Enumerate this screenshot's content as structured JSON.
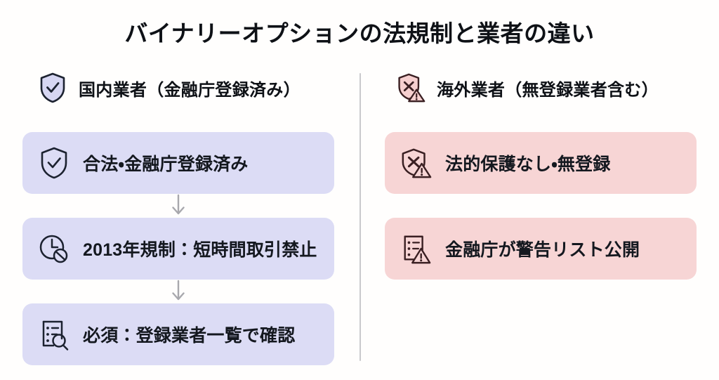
{
  "title": "バイナリーオプションの法規制と業者の違い",
  "colors": {
    "background": "#fffefd",
    "title_text": "#0e1116",
    "domestic_card_bg": "#dcdcf5",
    "overseas_card_bg": "#f7d5d5",
    "domestic_icon_fill": "#d6d6f2",
    "overseas_icon_fill": "#f6cfcf",
    "domestic_icon_stroke": "#1c2230",
    "overseas_icon_stroke": "#3a1f22",
    "divider": "#c9c9cc",
    "arrow": "#a8a8ad"
  },
  "columns": [
    {
      "id": "domestic",
      "header": {
        "icon": "shield-check-icon",
        "label": "国内業者（金融庁登録済み）"
      },
      "cards": [
        {
          "icon": "shield-check-icon",
          "label": "合法・金融庁登録済み"
        },
        {
          "icon": "clock-prohibit-icon",
          "label": "2013年規制：短時間取引禁止"
        },
        {
          "icon": "list-search-icon",
          "label": "必須：登録業者一覧で確認"
        }
      ],
      "connectors": [
        "arrow-down-icon",
        "arrow-down-icon"
      ]
    },
    {
      "id": "overseas",
      "header": {
        "icon": "shield-x-warning-icon",
        "label": "海外業者（無登録業者含む）"
      },
      "cards": [
        {
          "icon": "shield-x-warning-icon",
          "label": "法的保護なし・無登録"
        },
        {
          "icon": "list-warning-icon",
          "label": "金融庁が警告リスト公開"
        }
      ],
      "connectors": []
    }
  ]
}
